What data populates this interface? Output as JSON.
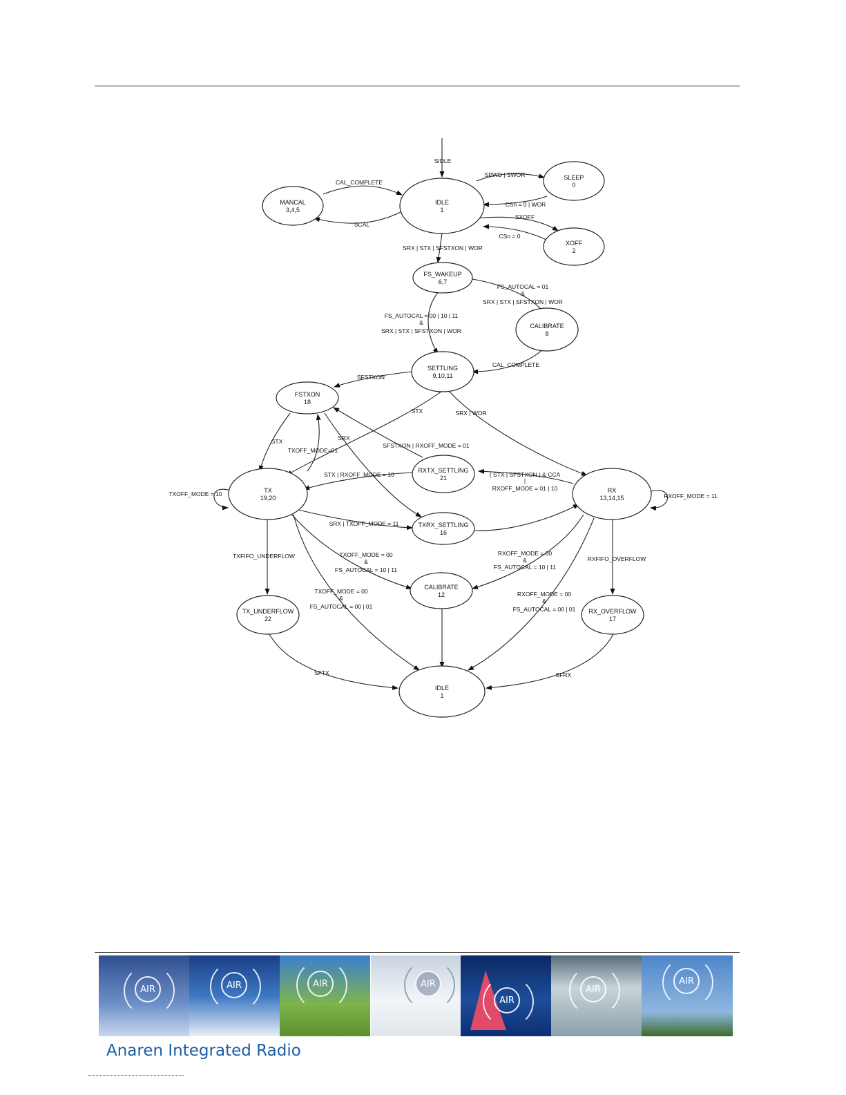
{
  "states": {
    "idle_top": {
      "name": "IDLE",
      "num": "1"
    },
    "sleep": {
      "name": "SLEEP",
      "num": "0"
    },
    "mancal": {
      "name": "MANCAL",
      "num": "3,4,5"
    },
    "xoff": {
      "name": "XOFF",
      "num": "2"
    },
    "fs_wakeup": {
      "name": "FS_WAKEUP",
      "num": "6,7"
    },
    "calibrate_top": {
      "name": "CALIBRATE",
      "num": "8"
    },
    "settling": {
      "name": "SETTLING",
      "num": "9,10,11"
    },
    "fstxon": {
      "name": "FSTXON",
      "num": "18"
    },
    "rxtx_settling": {
      "name": "RXTX_SETTLING",
      "num": "21"
    },
    "tx": {
      "name": "TX",
      "num": "19,20"
    },
    "rx": {
      "name": "RX",
      "num": "13,14,15"
    },
    "txrx_settling": {
      "name": "TXRX_SETTLING",
      "num": "16"
    },
    "calibrate_mid": {
      "name": "CALIBRATE",
      "num": "12"
    },
    "tx_underflow": {
      "name": "TX_UNDERFLOW",
      "num": "22"
    },
    "rx_overflow": {
      "name": "RX_OVERFLOW",
      "num": "17"
    },
    "idle_bottom": {
      "name": "IDLE",
      "num": "1"
    }
  },
  "transitions": {
    "sidle": "SIDLE",
    "spwd_swor": "SPWD  |  SWOR",
    "csn_wor": "CSn = 0  |  WOR",
    "sxoff": "SXOFF",
    "csn0": "CSn = 0",
    "cal_complete_top": "CAL_COMPLETE",
    "scal": "SCAL",
    "srx_stx_top": "SRX  |  STX  |  SFSTXON  |  WOR",
    "fsauto01_a": "FS_AUTOCAL = 01",
    "fsauto01_b": "&",
    "fsauto01_c": "SRX  |  STX  |  SFSTXON  |  WOR",
    "fsauto00_a": "FS_AUTOCAL = 00 | 10 | 11",
    "fsauto00_b": "&",
    "fsauto00_c": "SRX  |  STX  |  SFSTXON  |  WOR",
    "cal_complete_mid": "CAL_COMPLETE",
    "sfstxon": "SFSTXON",
    "stx_settling": "STX",
    "srx_wor": "SRX  |  WOR",
    "stx_fstxon": "STX",
    "txoff01": "TXOFF_MODE=01",
    "srx_fstxon": "SRX",
    "sfstxon_rxoff01": "SFSTXON  |  RXOFF_MODE = 01",
    "stx_rxoff10": "STX  |  RXOFF_MODE = 10",
    "rx_to_rxtx_a": "( STX  |  SFSTXON ) & CCA",
    "rx_to_rxtx_b": "|",
    "rx_to_rxtx_c": "RXOFF_MODE = 01 | 10",
    "txoff10": "TXOFF_MODE = 10",
    "rxoff11": "RXOFF_MODE = 11",
    "srx_txoff11": "SRX  |  TXOFF_MODE = 11",
    "txfifo_underflow": "TXFIFO_UNDERFLOW",
    "rxfifo_overflow": "RXFIFO_OVERFLOW",
    "tx_cal_a": "TXOFF_MODE = 00",
    "tx_cal_b": "&",
    "tx_cal_c": "FS_AUTOCAL = 10 | 11",
    "rx_cal_a": "RXOFF_MODE = 00",
    "rx_cal_b": "&",
    "rx_cal_c": "FS_AUTOCAL = 10 | 11",
    "tx_idle_a": "TXOFF_MODE = 00",
    "tx_idle_b": "&",
    "tx_idle_c": "FS_AUTOCAL = 00 | 01",
    "rx_idle_a": "RXOFF_MODE = 00",
    "rx_idle_b": "&",
    "rx_idle_c": "FS_AUTOCAL = 00 | 01",
    "sftx": "SFTX",
    "sfrx": "SFRX"
  },
  "footer": {
    "brand": "Anaren Integrated Radio",
    "badge": "AIR"
  },
  "colors": {
    "brand_blue": "#1c5ea5",
    "stroke": "#222222"
  }
}
